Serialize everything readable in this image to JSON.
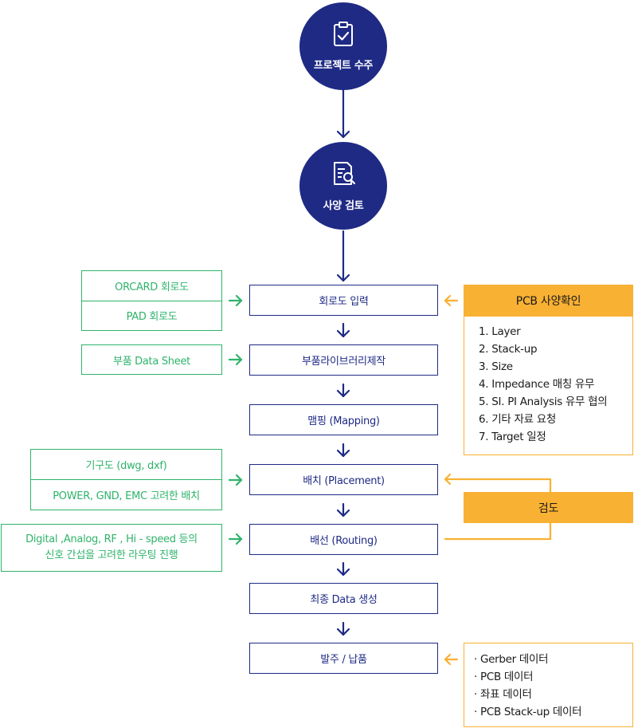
{
  "colors": {
    "navy": "#1f2a85",
    "green": "#2fb36b",
    "orange": "#f8b133",
    "text": "#1a1a1a"
  },
  "circles": [
    {
      "label": "프로젝트 수주",
      "icon": "clipboard-check-icon"
    },
    {
      "label": "사양 검토",
      "icon": "document-search-icon"
    }
  ],
  "steps": [
    "회로도 입력",
    "부품라이브러리제작",
    "맴핑 (Mapping)",
    "배치 (Placement)",
    "배선 (Routing)",
    "최종 Data 생성",
    "발주 / 납품"
  ],
  "left_inputs": {
    "schematic": [
      "ORCARD 회로도",
      "PAD 회로도"
    ],
    "parts": [
      "부품 Data Sheet"
    ],
    "placement": [
      "기구도 (dwg, dxf)",
      "POWER, GND, EMC 고려한 배치"
    ],
    "routing": [
      "Digital ,Analog, RF , Hi - speed 등의",
      "신호 간섭을 고려한 라우팅 진행"
    ]
  },
  "pcb_spec": {
    "title": "PCB 사양확인",
    "items": [
      "1. Layer",
      "2. Stack-up",
      "3. Size",
      "4. Impedance 매칭 유무",
      "5. SI. PI Analysis 유무 협의",
      "6. 기타 자료 요청",
      "7. Target 일정"
    ]
  },
  "review": {
    "label": "검도"
  },
  "deliverables": {
    "items": [
      "· Gerber 데이터",
      "· PCB 데이터",
      "· 좌표 데이터",
      "· PCB Stack-up 데이터"
    ]
  }
}
